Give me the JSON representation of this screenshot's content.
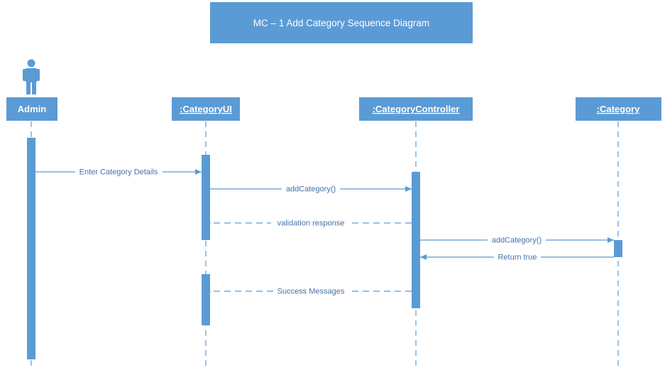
{
  "diagram": {
    "title": "MC – 1 Add Category Sequence Diagram",
    "colors": {
      "box": "#5b9bd5",
      "line": "#5b9bd5",
      "label": "#4472a8",
      "text_on_box": "#ffffff"
    },
    "lifelines": [
      {
        "id": "admin",
        "label": "Admin",
        "actor": true,
        "underline": false
      },
      {
        "id": "ui",
        "label": ":CategoryUI",
        "actor": false,
        "underline": true
      },
      {
        "id": "controller",
        "label": ":CategoryController",
        "actor": false,
        "underline": true
      },
      {
        "id": "category",
        "label": ":Category",
        "actor": false,
        "underline": true
      }
    ],
    "messages": [
      {
        "from": "admin",
        "to": "ui",
        "label": "Enter Category Details",
        "kind": "sync"
      },
      {
        "from": "ui",
        "to": "controller",
        "label": "addCategory()",
        "kind": "sync"
      },
      {
        "from": "controller",
        "to": "ui",
        "label": "validation response",
        "kind": "return"
      },
      {
        "from": "controller",
        "to": "category",
        "label": "addCategory()",
        "kind": "sync"
      },
      {
        "from": "category",
        "to": "controller",
        "label": "Return true",
        "kind": "sync"
      },
      {
        "from": "controller",
        "to": "ui",
        "label": "Success Messages",
        "kind": "return"
      }
    ]
  }
}
